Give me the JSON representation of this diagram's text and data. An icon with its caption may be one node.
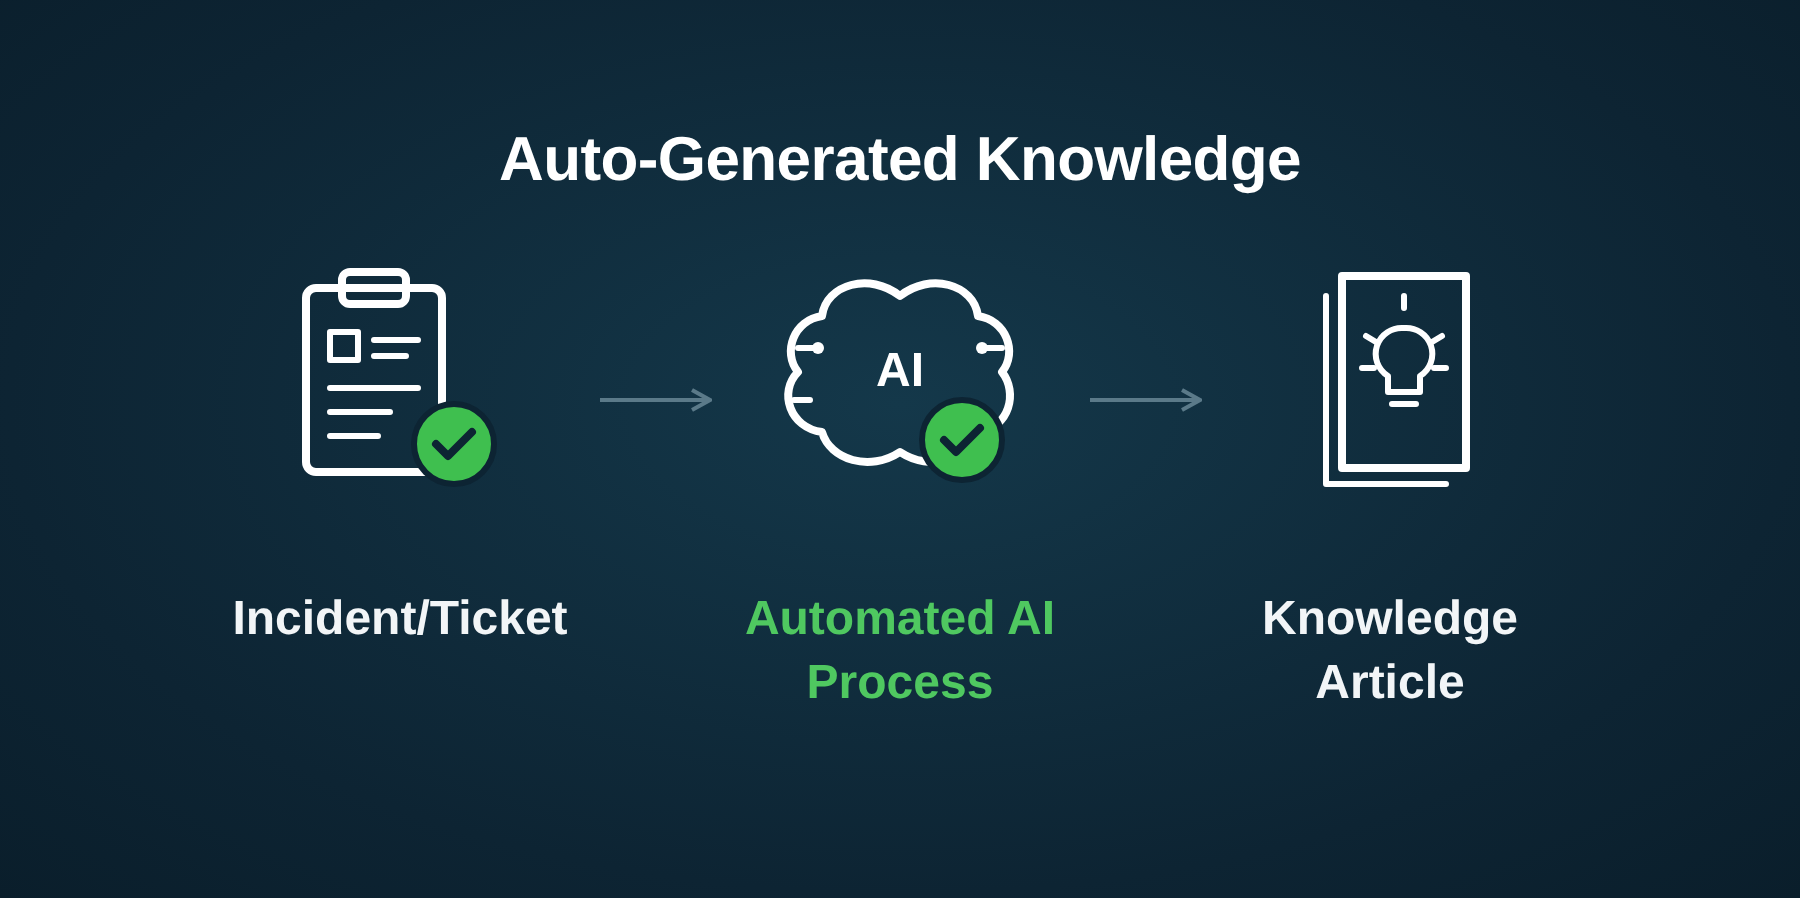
{
  "diagram": {
    "title": "Auto-Generated Knowledge",
    "nodes": [
      {
        "text": [
          "Incident/Ticket"
        ]
      },
      {
        "text": [
          "Automated AI Process"
        ]
      },
      {
        "text": [
          "Knowledge Article"
        ]
      }
    ],
    "edges": [
      {
        "from": 0,
        "to": 1,
        "arrow": "to"
      },
      {
        "from": 1,
        "to": 2,
        "arrow": "to"
      }
    ],
    "labels": [
      "AI"
    ]
  }
}
